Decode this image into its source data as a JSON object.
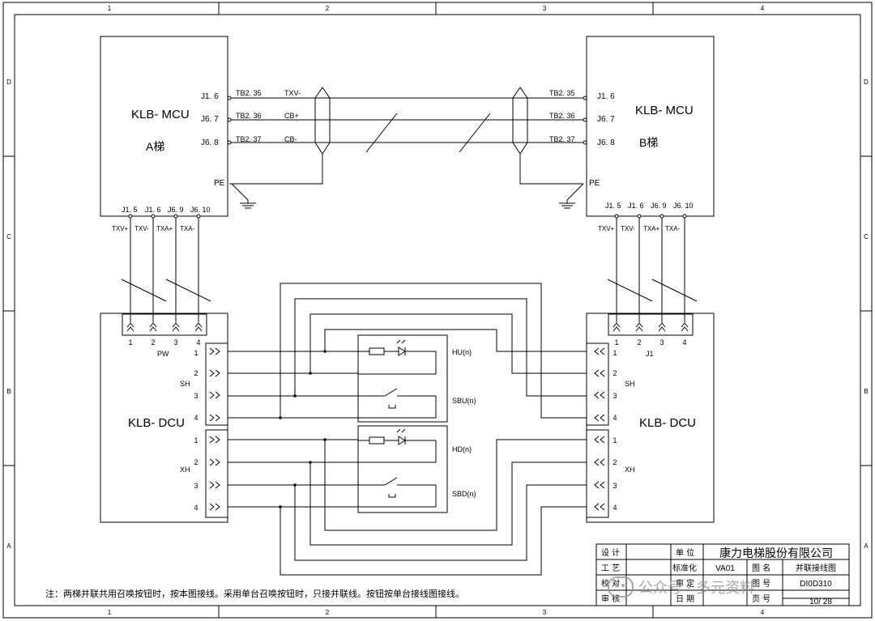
{
  "grid": {
    "cols": [
      "1",
      "2",
      "3",
      "4"
    ],
    "rows": [
      "D",
      "C",
      "B",
      "A"
    ]
  },
  "mcu_a": {
    "name": "KLB- MCU",
    "elevator": "A梯",
    "pins": [
      "J1. 6",
      "J6. 7",
      "J6. 8"
    ],
    "terms": [
      "TB2. 35",
      "TB2. 36",
      "TB2. 37"
    ],
    "pe": "PE",
    "bottom_pins": [
      "J1. 5",
      "J1. 6",
      "J6. 9",
      "J6. 10"
    ],
    "bottom_sigs": [
      "TXV+",
      "TXV-",
      "TXA+",
      "TXA-"
    ]
  },
  "mcu_b": {
    "name": "KLB- MCU",
    "elevator": "B梯",
    "pins": [
      "J1. 6",
      "J6. 7",
      "J6. 8"
    ],
    "terms": [
      "TB2. 35",
      "TB2. 36",
      "TB2. 37"
    ],
    "pe": "PE",
    "bottom_pins": [
      "J1. 5",
      "J1. 6",
      "J6. 9",
      "J6. 10"
    ],
    "bottom_sigs": [
      "TXV+",
      "TXV-",
      "TXA+",
      "TXA-"
    ]
  },
  "bus_signals": [
    "TXV-",
    "CB+",
    "CB-"
  ],
  "dcu_a": {
    "name": "KLB- DCU",
    "conn_top": "PW",
    "conn_top_nums": [
      "1",
      "2",
      "3",
      "4"
    ],
    "sh": "SH",
    "xh": "XH",
    "sh_nums": [
      "1",
      "2",
      "3",
      "4"
    ],
    "xh_nums": [
      "1",
      "2",
      "3",
      "4"
    ]
  },
  "dcu_b": {
    "name": "KLB- DCU",
    "conn_top": "J1",
    "conn_top_nums": [
      "1",
      "2",
      "3",
      "4"
    ],
    "sh": "SH",
    "xh": "XH",
    "sh_nums": [
      "1",
      "2",
      "3",
      "4"
    ],
    "xh_nums": [
      "1",
      "2",
      "3",
      "4"
    ]
  },
  "shared_box": {
    "hu": "HU(n)",
    "sbu": "SBU(n)",
    "hd": "HD(n)",
    "sbd": "SBD(n)"
  },
  "note": "注：两梯并联共用召唤按钮时，按本图接线。采用单台召唤按钮时，只接并联线。按钮按单台接线图接线。",
  "title_block": {
    "company": "康力电梯股份有限公司",
    "design": "设  计",
    "craft": "工  艺",
    "check": "校  对",
    "review": "审  核",
    "unit": "单  位",
    "std": "标准化",
    "approve": "审  定",
    "date": "日  期",
    "std_val": "VA01",
    "fig_name_label": "图  名",
    "fig_name": "并联接线图",
    "fig_no_label": "图  号",
    "fig_no": "DI0D310",
    "page_label": "页  号",
    "page": "10/ 28"
  },
  "watermark": {
    "text": "公众号 · 多元资料"
  }
}
